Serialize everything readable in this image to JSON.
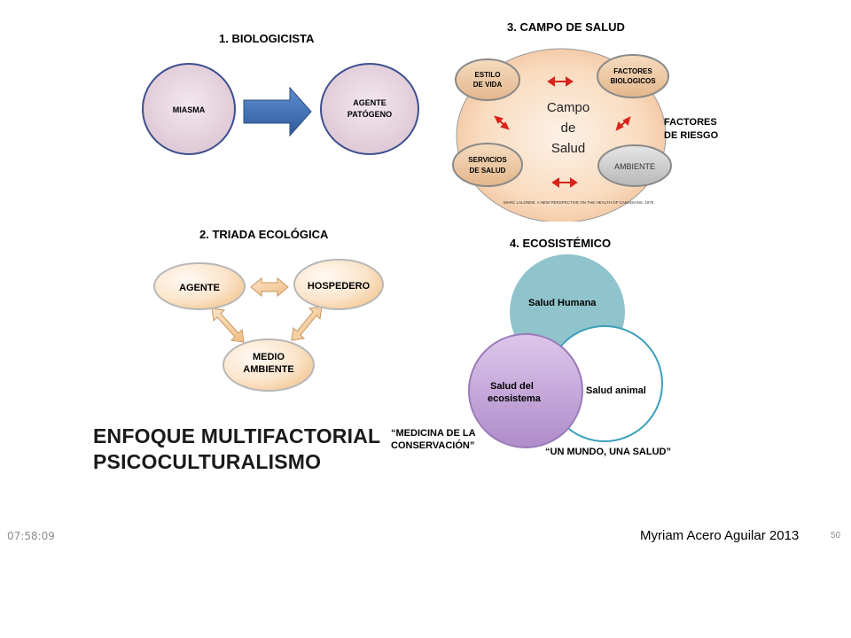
{
  "biologicista": {
    "title": "1. BIOLOGICISTA",
    "left_node": "MIASMA",
    "right_node_line1": "AGENTE",
    "right_node_line2": "PATÓGENO"
  },
  "campo_salud": {
    "title": "3. CAMPO DE SALUD",
    "center_line1": "Campo",
    "center_line2": "de",
    "center_line3": "Salud",
    "estilo_line1": "ESTILO",
    "estilo_line2": "DE VIDA",
    "factores_line1": "FACTORES",
    "factores_line2": "BIOLOGICOS",
    "servicios_line1": "SERVICIOS",
    "servicios_line2": "DE SALUD",
    "ambiente": "AMBIENTE",
    "riesgo_line1": "FACTORES",
    "riesgo_line2": "DE RIESGO",
    "citation": "MARC LALONDE.  A NEW PERSPECTIVE ON THE HEALTH OF  CANADIANS.  1975"
  },
  "triada": {
    "title": "2. TRIADA ECOLÓGICA",
    "agente": "AGENTE",
    "hospedero": "HOSPEDERO",
    "medio_line1": "MEDIO",
    "medio_line2": "AMBIENTE"
  },
  "ecosistemico": {
    "title": "4.  ECOSISTÉMICO",
    "humana": "Salud Humana",
    "animal": "Salud animal",
    "eco_line1": "Salud del",
    "eco_line2": "ecosistema",
    "medicina_line1": "“MEDICINA DE LA",
    "medicina_line2": "CONSERVACIÓN”",
    "mundo": "“UN MUNDO, UNA SALUD”"
  },
  "enfoque": {
    "line1": "ENFOQUE MULTIFACTORIAL",
    "line2": "PSICOCULTURALISMO"
  },
  "footer": {
    "time": "07:58:09",
    "author": "Myriam Acero Aguilar 2013",
    "page": "50"
  },
  "colors": {
    "biologicista_circle": "#e8d6e0",
    "circle_stroke": "#3d4f8f",
    "arrow_blue": "#3f6fb3",
    "campo_bg": "#f7d5b5",
    "oval_tan": "#efc8a2",
    "oval_gray": "#c8c8c8",
    "red_arrow": "#d9231b",
    "triada_fill": "#fbe2c6",
    "humana_fill": "#8fc4cc",
    "eco_fill": "#c7a6d8",
    "animal_stroke": "#3a9fb8"
  }
}
